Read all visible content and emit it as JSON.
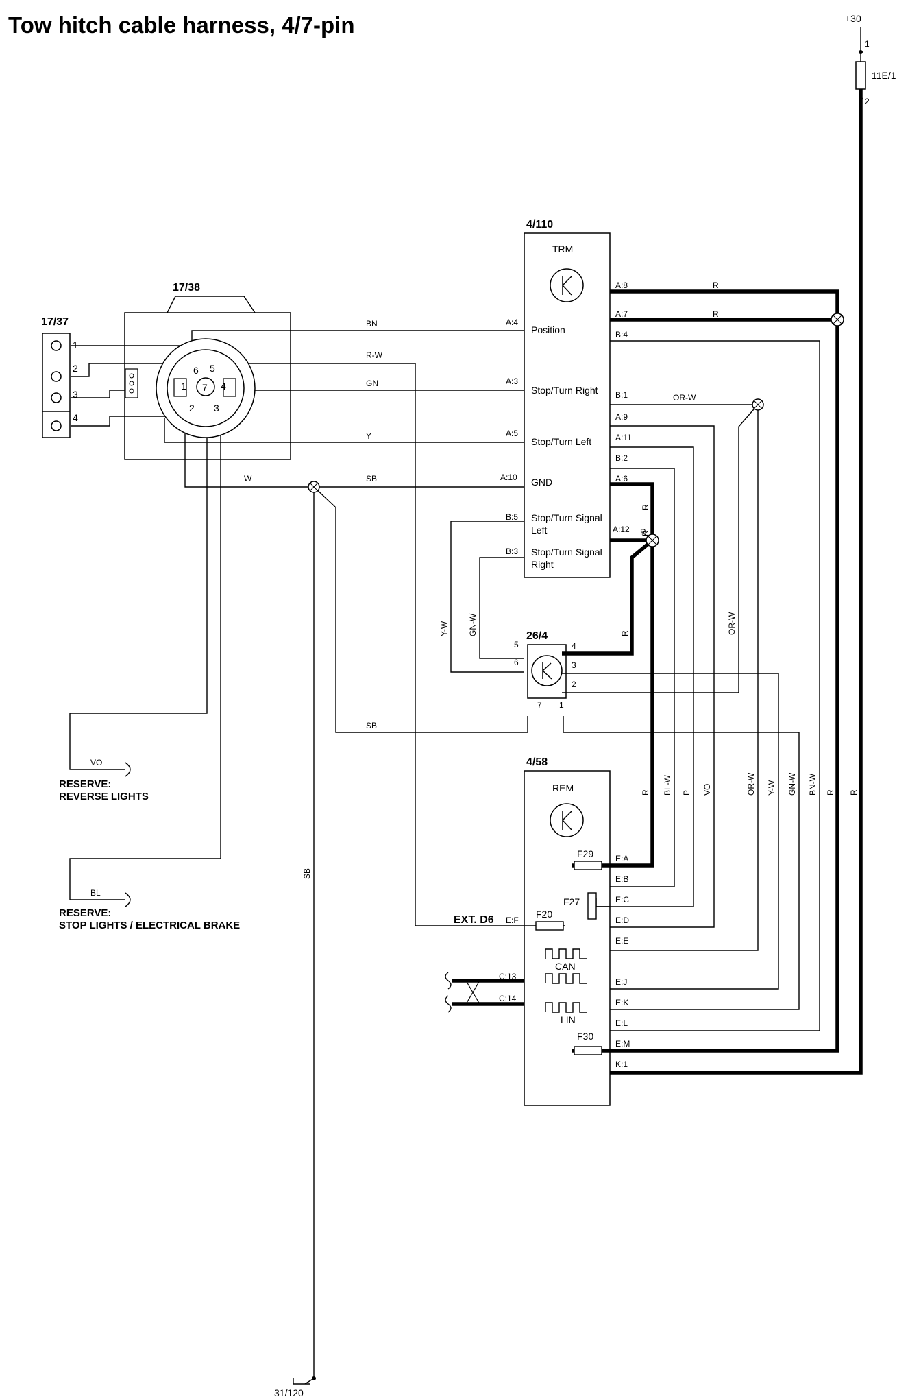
{
  "title": "Tow hitch cable harness, 4/7-pin",
  "power": {
    "label": "+30",
    "fuse": "11E/1",
    "pin_top": "1",
    "pin_bottom": "2"
  },
  "ground": {
    "label": "31/120"
  },
  "connector_4pin": {
    "id": "17/37",
    "pins": [
      "1",
      "2",
      "3",
      "4"
    ]
  },
  "connector_7pin": {
    "id": "17/38",
    "pins": [
      "1",
      "2",
      "3",
      "4",
      "5",
      "6",
      "7"
    ]
  },
  "trm": {
    "id": "4/110",
    "name": "TRM",
    "left_pins": [
      {
        "pin": "A:4",
        "label": "Position"
      },
      {
        "pin": "A:3",
        "label": "Stop/Turn Right"
      },
      {
        "pin": "A:5",
        "label": "Stop/Turn Left"
      },
      {
        "pin": "A:10",
        "label": "GND"
      },
      {
        "pin": "B:5",
        "label": "Stop/Turn Signal",
        "label2": "Left"
      },
      {
        "pin": "B:3",
        "label": "Stop/Turn Signal",
        "label2": "Right"
      }
    ],
    "right_pins": [
      "A:8",
      "A:7",
      "B:4",
      "B:1",
      "A:9",
      "A:11",
      "B:2",
      "A:6",
      "A:12"
    ]
  },
  "relay": {
    "id": "26/4",
    "pins": [
      "5",
      "6",
      "4",
      "3",
      "2",
      "7",
      "1"
    ]
  },
  "rem": {
    "id": "4/58",
    "name": "REM",
    "fuses": [
      "F29",
      "F27",
      "F20",
      "F30"
    ],
    "ext_label": "EXT. D6",
    "left_pins": [
      "E:F",
      "C:13",
      "C:14"
    ],
    "right_pins": [
      "E:A",
      "E:B",
      "E:C",
      "E:D",
      "E:E",
      "E:J",
      "E:K",
      "E:L",
      "E:M",
      "K:1"
    ],
    "bus": [
      "CAN",
      "LIN"
    ]
  },
  "wires": {
    "bn": "BN",
    "rw": "R-W",
    "gn": "GN",
    "y": "Y",
    "w": "W",
    "sb": "SB",
    "r": "R",
    "orw": "OR-W",
    "yw": "Y-W",
    "gnw": "GN-W",
    "blw": "BL-W",
    "p": "P",
    "vo": "VO",
    "bnw": "BN-W",
    "bl": "BL"
  },
  "reserves": [
    {
      "wire": "VO",
      "line1": "RESERVE:",
      "line2": "REVERSE LIGHTS"
    },
    {
      "wire": "BL",
      "line1": "RESERVE:",
      "line2": "STOP LIGHTS / ELECTRICAL BRAKE"
    }
  ]
}
